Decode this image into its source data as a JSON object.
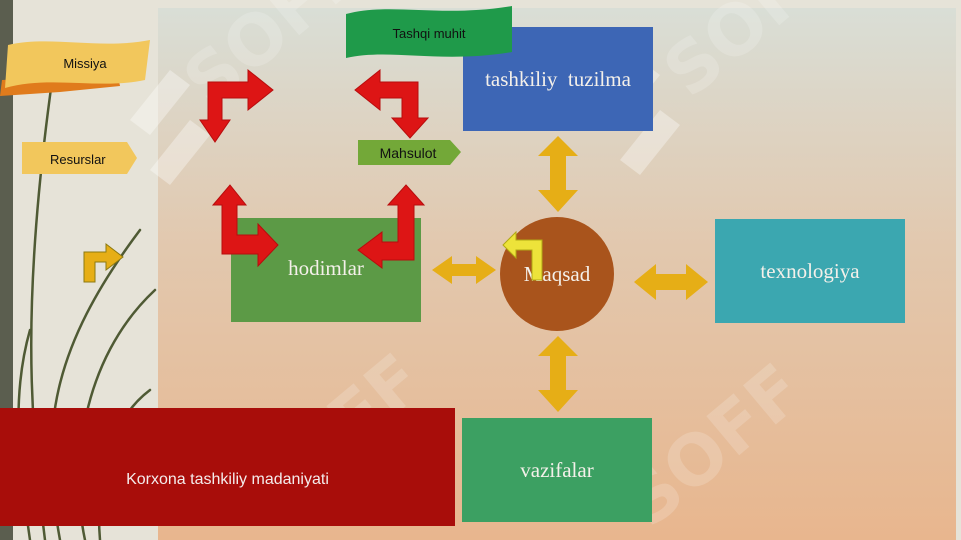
{
  "labels": {
    "missiya": "Missiya",
    "resurslar": "Resurslar",
    "tashqi_muhit": "Tashqi muhit",
    "mahsulot": "Mahsulot",
    "tashkiliy_tuzilma": "tashkiliy  tuzilma",
    "hodimlar": "hodimlar",
    "maqsad": "Maqsad",
    "texnologiya": "texnologiya",
    "vazifalar": "vazifalar",
    "footer_title": "Korxona tashkiliy madaniyati"
  },
  "colors": {
    "blue_box": "#3d66b5",
    "green_box": "#5c9a46",
    "teal_box": "#3ba7b0",
    "jade_box": "#3ca062",
    "maqsad_circle": "#a9541c",
    "red_banner": "#a80d0a",
    "gold_arrow": "#e6ae16",
    "red_arrow": "#dd1515",
    "flag_gold": "#f2c75c",
    "flag_green": "#1f9a4a"
  }
}
